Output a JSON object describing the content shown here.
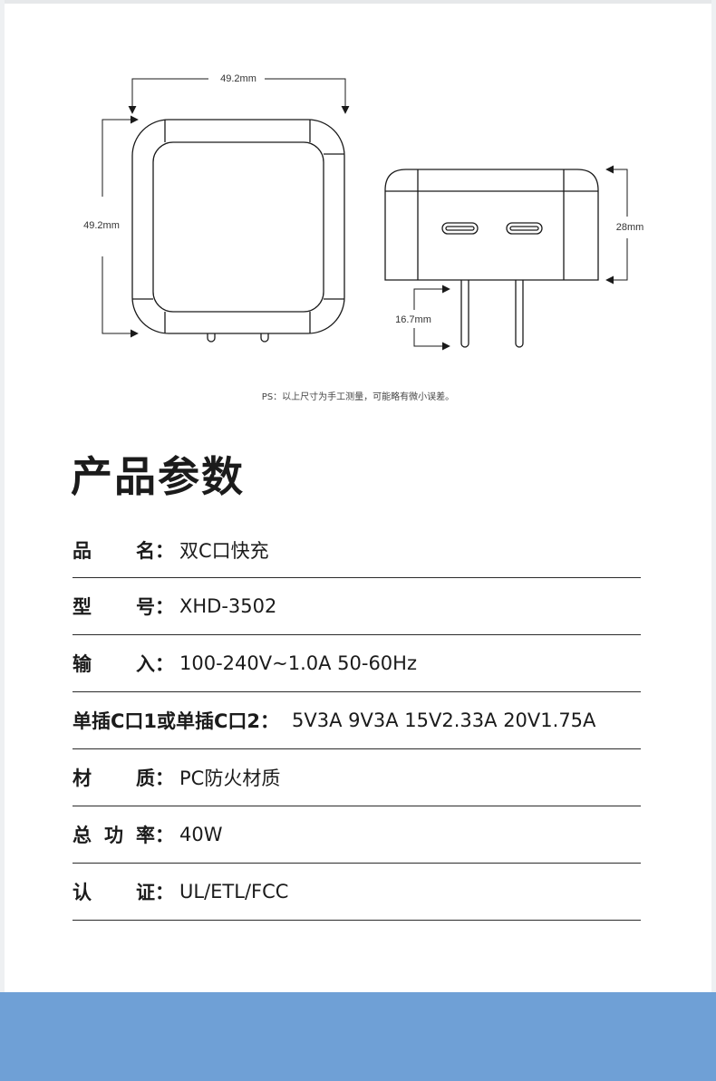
{
  "diagram": {
    "width_dim": "49.2mm",
    "height_dim": "49.2mm",
    "side_height_dim": "28mm",
    "prong_dim": "16.7mm",
    "note": "PS：以上尺寸为手工测量，可能略有微小误差。"
  },
  "section": {
    "title": "产品参数"
  },
  "specs": [
    {
      "label": "品名：",
      "value": "双C口快充"
    },
    {
      "label": "型号：",
      "value": "XHD-3502"
    },
    {
      "label": "输入：",
      "value": "100-240V~1.0A 50-60Hz"
    },
    {
      "label": "单插C口1或单插C口2：",
      "value": "5V3A 9V3A 15V2.33A 20V1.75A"
    },
    {
      "label": "材质：",
      "value": "PC防火材质"
    },
    {
      "label": "总功率：",
      "value": "40W"
    },
    {
      "label": "认证：",
      "value": "UL/ETL/FCC"
    }
  ],
  "colors": {
    "footer": "#6fa0d6",
    "text": "#1b1b1b"
  }
}
